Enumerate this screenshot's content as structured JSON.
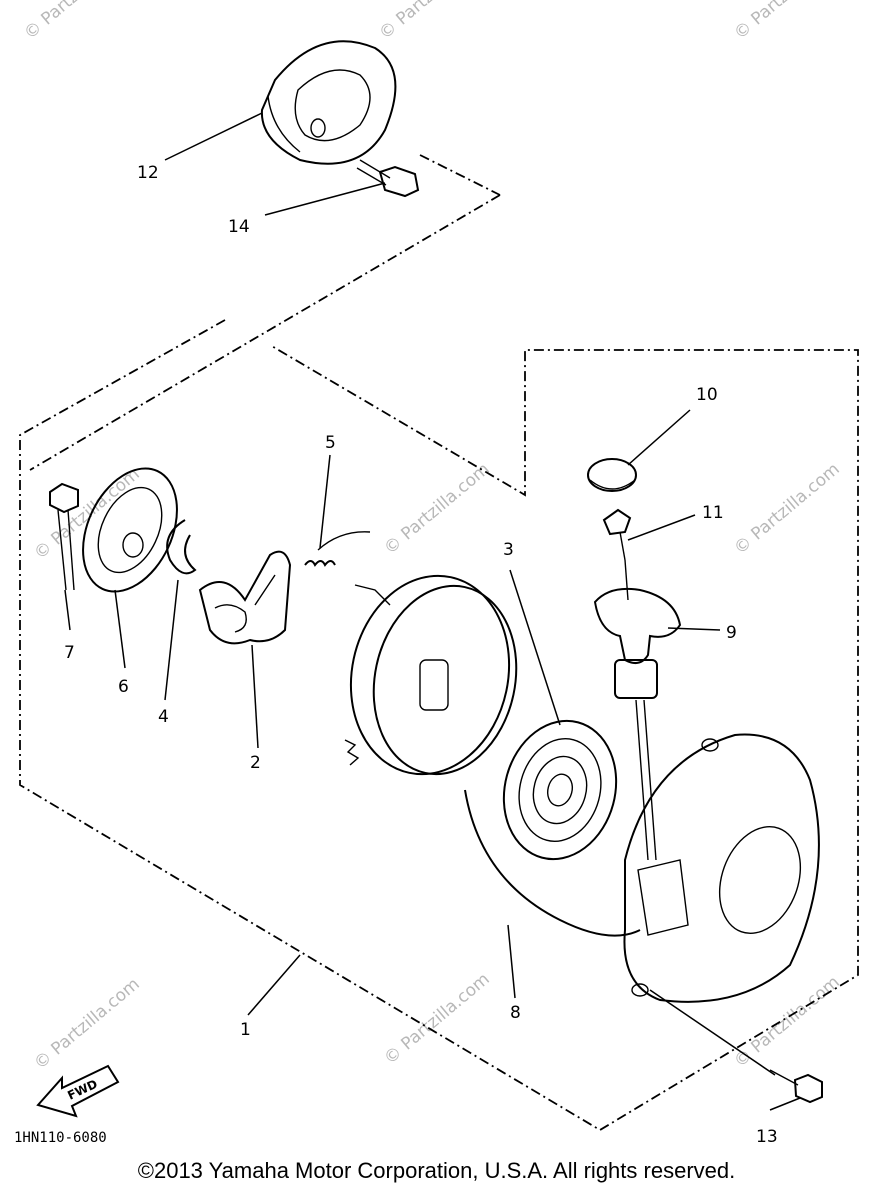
{
  "callouts": [
    {
      "num": "12"
    },
    {
      "num": "14"
    },
    {
      "num": "10"
    },
    {
      "num": "11"
    },
    {
      "num": "9"
    },
    {
      "num": "5"
    },
    {
      "num": "3"
    },
    {
      "num": "7"
    },
    {
      "num": "6"
    },
    {
      "num": "4"
    },
    {
      "num": "2"
    },
    {
      "num": "8"
    },
    {
      "num": "1"
    },
    {
      "num": "13"
    }
  ],
  "diagram_code": "1HN110-6080",
  "fwd_label": "FWD",
  "watermark": "© Partzilla.com",
  "copyright": "©2013  Yamaha Motor Corporation, U.S.A. All rights reserved."
}
